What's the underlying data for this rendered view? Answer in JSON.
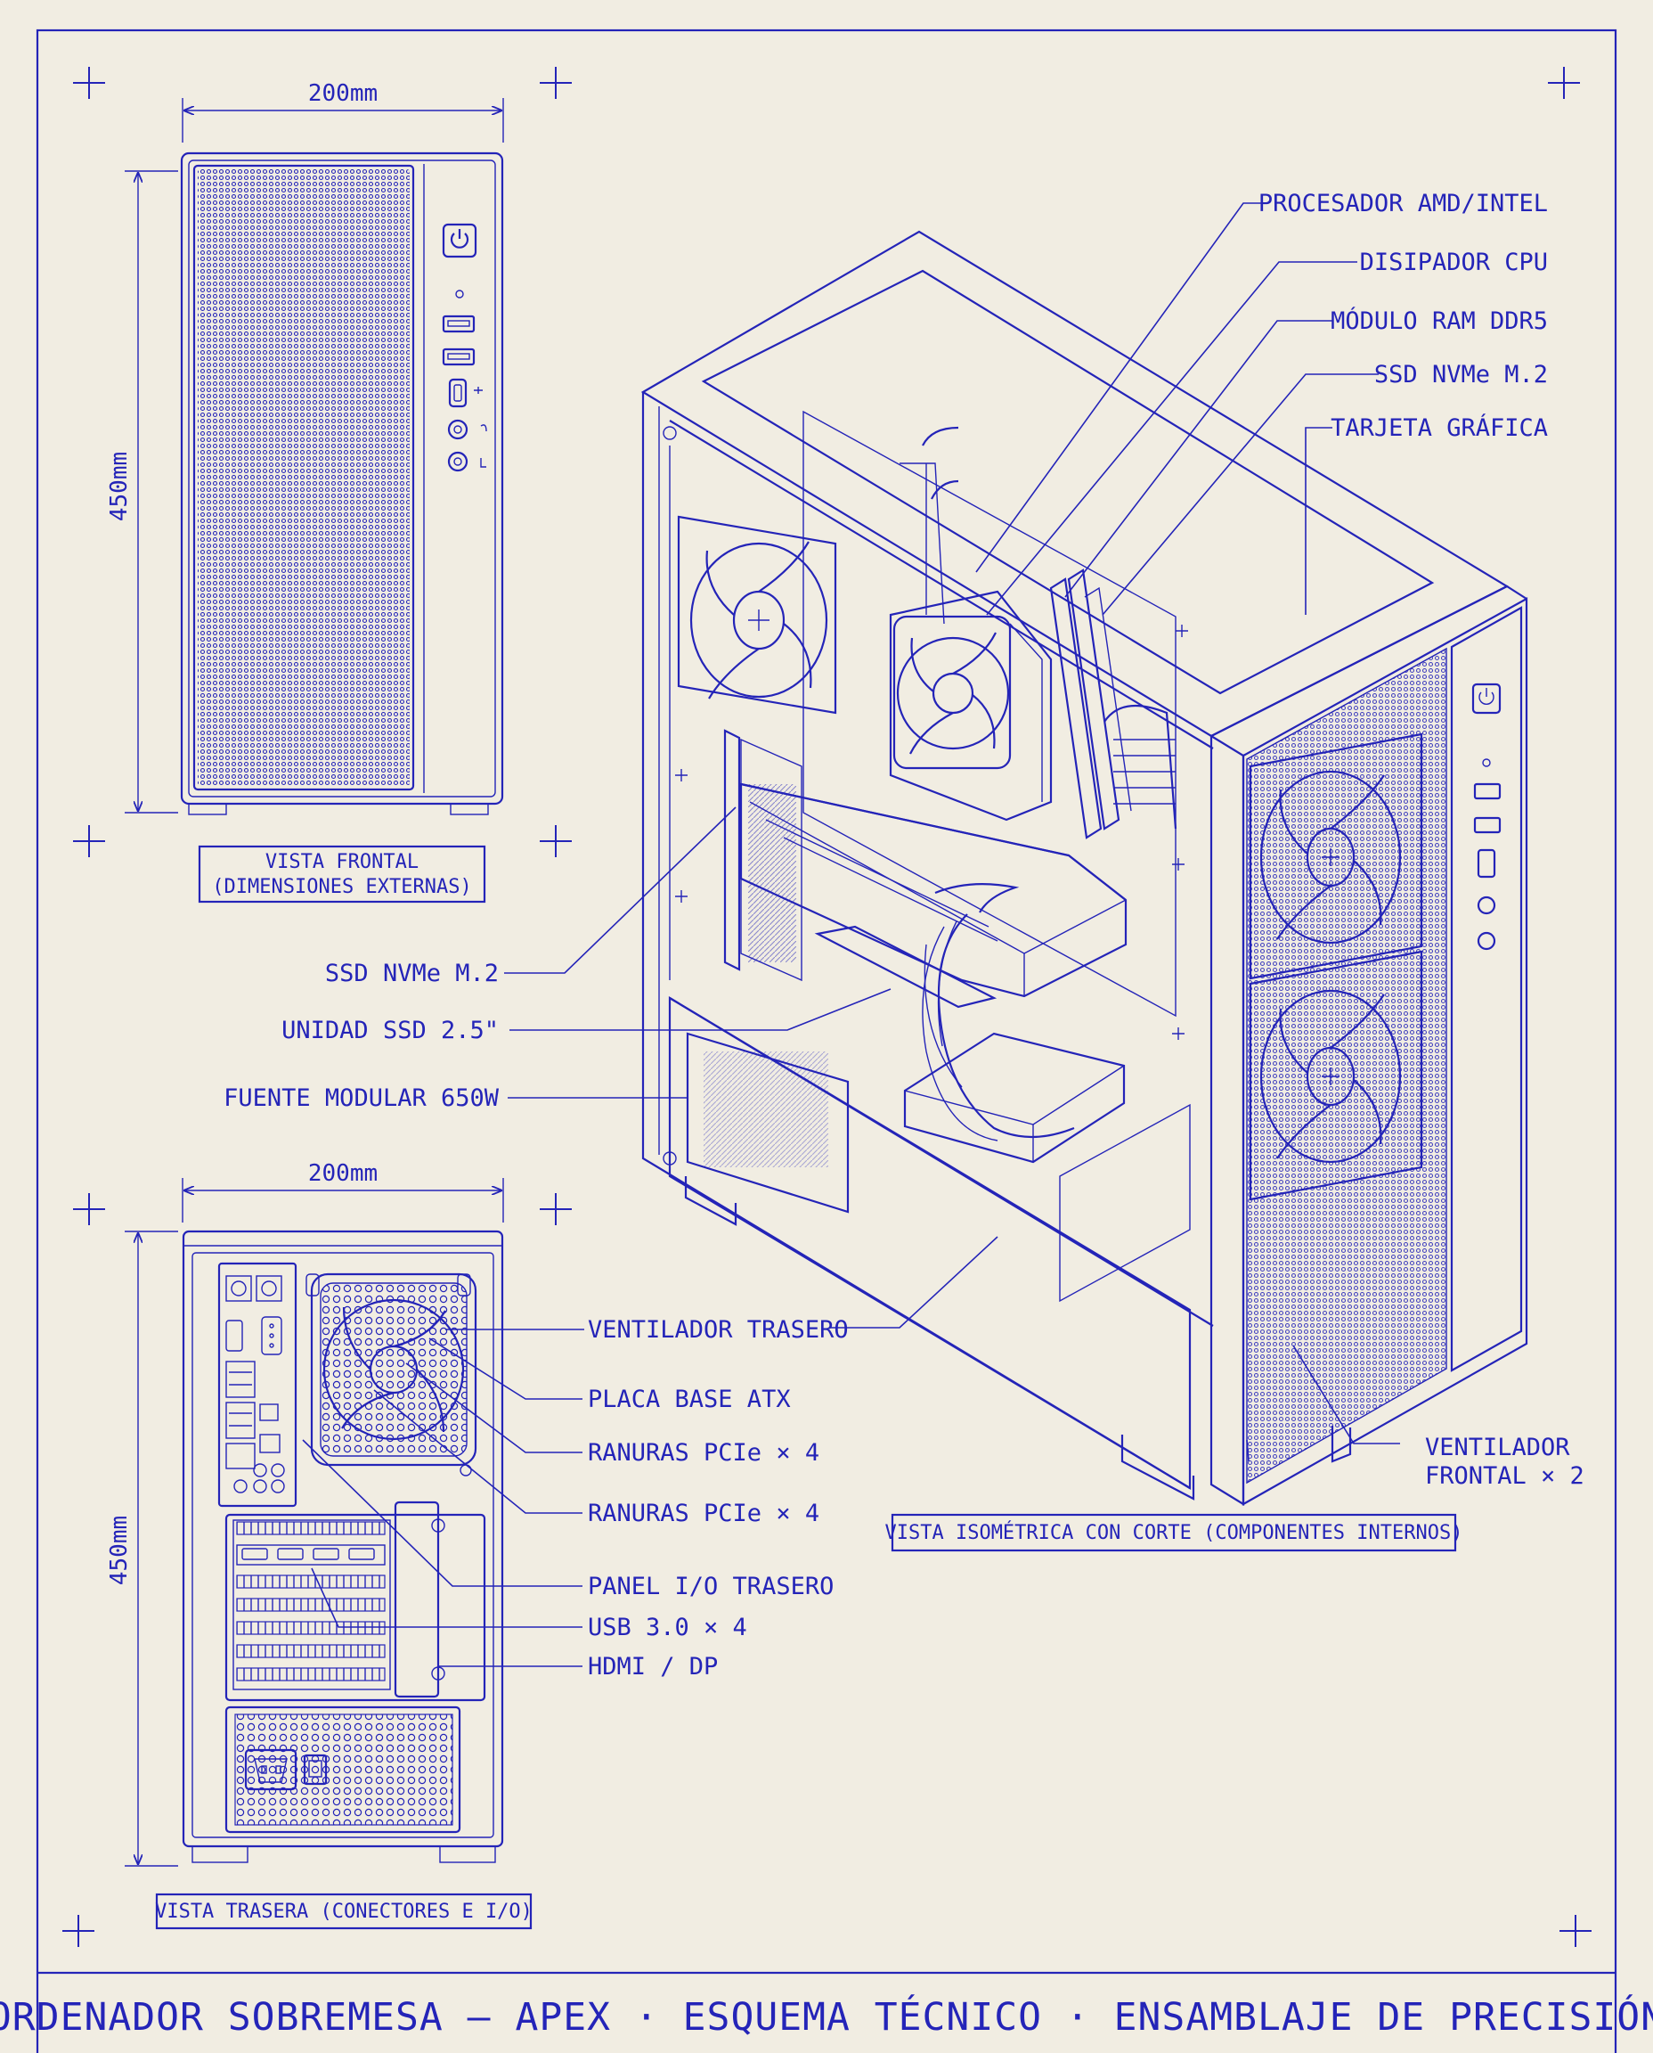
{
  "colors": {
    "ink": "#2424b8",
    "paper": "#f1ede2"
  },
  "front_view": {
    "caption_line1": "VISTA FRONTAL",
    "caption_line2": "(DIMENSIONES EXTERNAS)",
    "width_label": "200mm",
    "height_label": "450mm",
    "icons": [
      "power-button-icon",
      "usb-port-icon",
      "usb-c-port-icon",
      "audio-jack-icon"
    ]
  },
  "rear_view": {
    "caption": "VISTA TRASERA (CONECTORES E I/O)",
    "width_label": "200mm",
    "height_label": "450mm",
    "icons": [
      "rear-fan-icon",
      "power-socket-icon",
      "power-switch-icon"
    ]
  },
  "iso_view": {
    "caption": "VISTA ISOMÉTRICA CON CORTE (COMPONENTES INTERNOS)"
  },
  "callouts": {
    "top_right": [
      "PROCESADOR AMD/INTEL",
      "DISIPADOR CPU",
      "MÓDULO RAM DDR5",
      "SSD NVMe M.2",
      "TARJETA GRÁFICA"
    ],
    "middle_left": [
      "SSD NVMe M.2",
      "UNIDAD SSD 2.5\"",
      "FUENTE MODULAR 650W"
    ],
    "rear": [
      "VENTILADOR TRASERO",
      "PLACA BASE ATX",
      "RANURAS PCIe × 4",
      "RANURAS PCIe × 4",
      "PANEL I/O TRASERO",
      "USB 3.0 × 4",
      "HDMI / DP"
    ],
    "front_fan_line1": "VENTILADOR",
    "front_fan_line2": "FRONTAL × 2"
  },
  "title_block": {
    "title": "ORDENADOR SOBREMESA — APEX · ESQUEMA TÉCNICO · ENSAMBLAJE DE PRECISIÓN"
  }
}
